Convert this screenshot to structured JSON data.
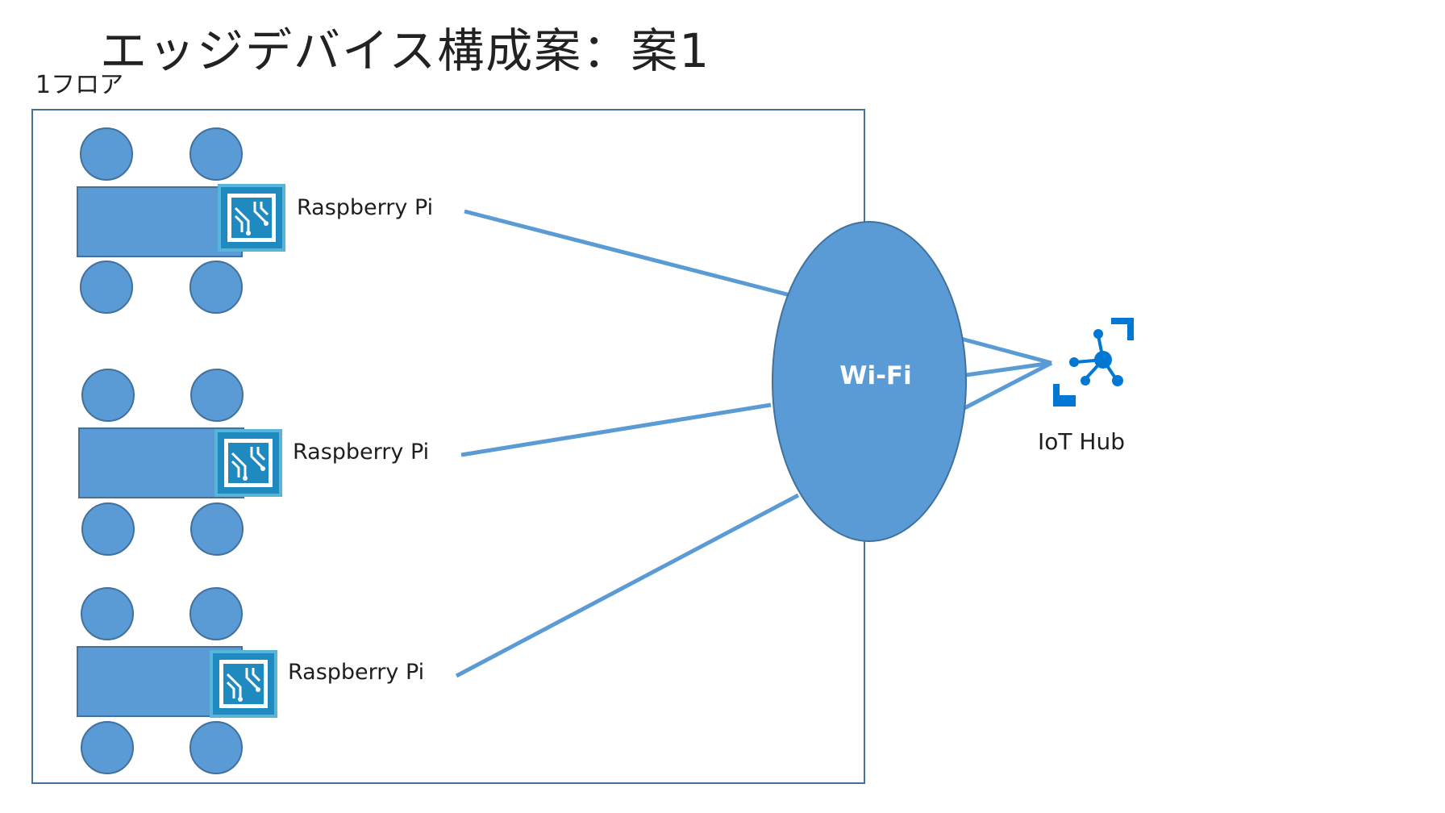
{
  "title": "エッジデバイス構成案：案1",
  "floor": {
    "label": "1フロア"
  },
  "devices": [
    {
      "label": "Raspberry Pi",
      "icon": "circuit-board-icon"
    },
    {
      "label": "Raspberry Pi",
      "icon": "circuit-board-icon"
    },
    {
      "label": "Raspberry Pi",
      "icon": "circuit-board-icon"
    }
  ],
  "network": {
    "label": "Wi-Fi"
  },
  "cloud": {
    "label": "IoT Hub",
    "icon": "iot-hub-icon"
  },
  "colors": {
    "shape_fill": "#5b9bd5",
    "shape_stroke": "#41719c",
    "line": "#5b9bd5",
    "floor_border": "#41719c",
    "device_tile": "#1f8ac0",
    "device_tile_light": "#59b4d9",
    "iot_hub": "#0078d4"
  }
}
